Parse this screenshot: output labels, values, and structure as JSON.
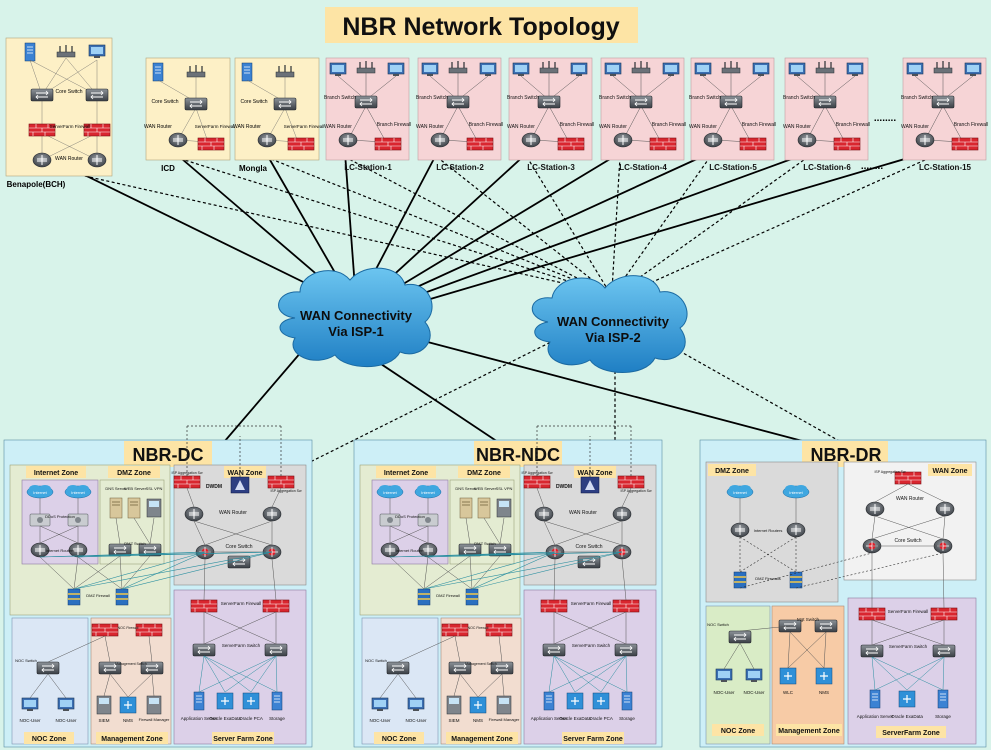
{
  "title": "NBR Network Topology",
  "sites": {
    "benapole": {
      "label": "Benapole(BCH)",
      "core_switch": "Core Switch",
      "firewall": "ServerFarm Firewall",
      "wan_router": "WAN Router"
    },
    "icd": {
      "label": "ICD",
      "core_switch": "Core Switch",
      "wan_router": "WAN Router",
      "firewall": "ServerFarm Firewall"
    },
    "mongla": {
      "label": "Mongla",
      "core_switch": "Core Switch",
      "wan_router": "WAN Router",
      "firewall": "ServerFarm Firewall"
    },
    "branch": {
      "switch": "Branch Switch",
      "router": "WAN Router",
      "firewall": "Branch Firewall"
    },
    "stations": [
      "LC-Station-1",
      "LC-Station-2",
      "LC-Station-3",
      "LC-Station-4",
      "LC-Station-5",
      "LC-Station-6",
      "LC-Station-15"
    ],
    "ellipsis": "........"
  },
  "clouds": {
    "isp1": {
      "line1": "WAN Connectivity",
      "line2": "Via ISP-1"
    },
    "isp2": {
      "line1": "WAN Connectivity",
      "line2": "Via ISP-2"
    }
  },
  "datacenters": {
    "dc": {
      "title": "NBR-DC",
      "internet_zone": "Internet Zone",
      "dmz_zone": "DMZ Zone",
      "wan_zone": "WAN Zone",
      "noc_zone": "NOC Zone",
      "mgmt_zone": "Management Zone",
      "server_zone": "Server Farm Zone"
    },
    "ndc": {
      "title": "NBR-NDC",
      "internet_zone": "Internet Zone",
      "dmz_zone": "DMZ Zone",
      "wan_zone": "WAN Zone",
      "noc_zone": "NOC Zone",
      "mgmt_zone": "Management Zone",
      "server_zone": "Server Farm Zone"
    },
    "dr": {
      "title": "NBR-DR",
      "dmz_zone": "DMZ Zone",
      "wan_zone": "WAN Zone",
      "noc_zone": "NOC Zone",
      "mgmt_zone": "Management Zone",
      "server_zone": "ServerFarm Zone"
    }
  },
  "device_labels": {
    "internet": "Internet",
    "ddos": "DDoS Protection",
    "internet_routers": "Internet Routers",
    "dns": "DNS Server",
    "web": "WEB Server",
    "ssl": "SSL VPN",
    "dmz_switch": "DMZ Switch",
    "dmz_firewall": "DMZ Firewall",
    "dwdm": "DWDM",
    "isp_agg": "ISP Aggregation Sw",
    "wan_router": "WAN Router",
    "core_switch": "Core Switch",
    "sf_firewall": "ServerFarm Firewall",
    "sf_switch": "ServerFarm Switch",
    "app_server": "Application Server",
    "oracle_exa": "Oracle ExaData",
    "oracle_pca": "Oracle PCA",
    "storage": "Storage",
    "noc_switch": "NOC Switch",
    "noc_user": "NOC-User",
    "noc_firewall": "NOC Firewall",
    "mgmt_switch": "Management Switch",
    "mgmt_switch_short": "Mgt Switch",
    "siem": "SIEM",
    "nms": "NMS",
    "fw_manager": "Firewall Manager",
    "wlc": "WLC",
    "dr_internet_routers": "Internet Routers",
    "dr_dmz_firewalls": "DMZ Firewalls"
  },
  "colors": {
    "background": "#d8f3ea",
    "title_bg": "#fde4a5",
    "site_yellow": "#fdf0c6",
    "site_pink": "#f6d4d6",
    "cloud": "#3fa7e0",
    "dc_bg": "#cdeff7",
    "internet_zone": "#e4ecd2",
    "purple_zone": "#dcd0e8",
    "gray_zone": "#dadada",
    "noc_zone": "#dbe7f5",
    "mgmt_zone": "#f2ddd0",
    "dr_mgmt_zone": "#f7cba6",
    "firewall_red": "#d9262f"
  }
}
